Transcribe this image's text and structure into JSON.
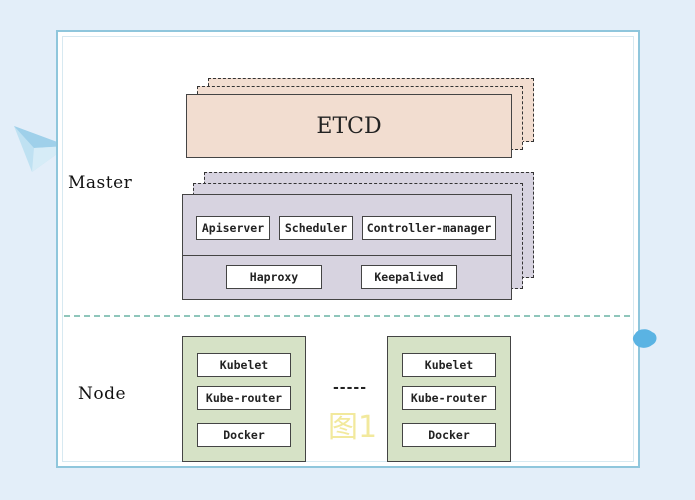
{
  "diagram": {
    "master_label": "Master",
    "node_label": "Node",
    "etcd_label": "ETCD",
    "master_components": {
      "top_row": [
        "Apiserver",
        "Scheduler",
        "Controller-manager"
      ],
      "bottom_row": [
        "Haproxy",
        "Keepalived"
      ]
    },
    "node_components": [
      "Kubelet",
      "Kube-router",
      "Docker"
    ],
    "ellipsis": "-----",
    "watermark_text": "图1",
    "colors": {
      "etcd_fill": "#f2ddd0",
      "master_fill": "#d7d3e0",
      "node_fill": "#d6e2c6",
      "frame_border": "#8fc6dc",
      "separator": "#8fc6bb",
      "background": "#e3eef9"
    }
  }
}
